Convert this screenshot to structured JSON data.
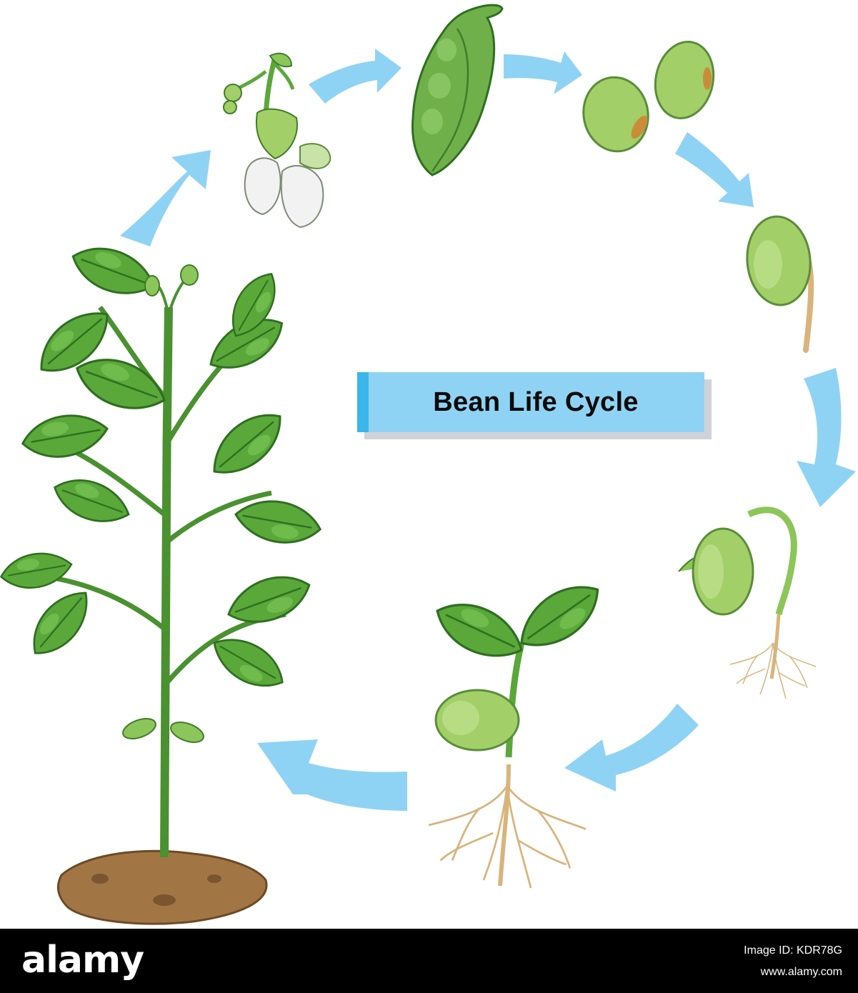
{
  "title": "Bean Life Cycle",
  "footer": {
    "brand": "alamy",
    "image_id": "Image ID: KDR78G",
    "url": "www.alamy.com"
  },
  "colors": {
    "arrow": "#8fd3f4",
    "title_bg": "#8fd3f4",
    "title_stripe": "#3ab6ea",
    "leaf": "#5aa83a",
    "leaf_light": "#8cc65a",
    "bean": "#a2cf67",
    "root": "#d8b47c",
    "soil": "#a27644",
    "flower": "#f2f2f2"
  },
  "stages": [
    {
      "name": "flower",
      "icon": "bean-flower-icon"
    },
    {
      "name": "pod",
      "icon": "bean-pod-icon"
    },
    {
      "name": "seeds",
      "icon": "bean-seeds-icon"
    },
    {
      "name": "germinating seed",
      "icon": "sprouting-bean-icon"
    },
    {
      "name": "seedling with roots",
      "icon": "germinated-bean-icon"
    },
    {
      "name": "young plant",
      "icon": "young-bean-plant-icon"
    },
    {
      "name": "mature plant",
      "icon": "mature-bean-plant-icon"
    }
  ]
}
